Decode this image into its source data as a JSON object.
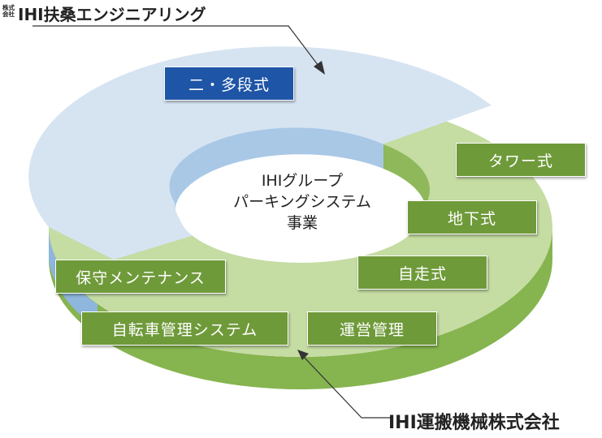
{
  "companies": {
    "top": {
      "prefix": "株式会社",
      "name": "IHI扶桑エンジニアリング"
    },
    "bottom": {
      "name": "IHI運搬機械株式会社"
    }
  },
  "center": {
    "line1": "IHIグループ",
    "line2": "パーキングシステム",
    "line3": "事業"
  },
  "labels": {
    "nidan": "二・多段式",
    "tower": "タワー式",
    "chika": "地下式",
    "jisou": "自走式",
    "hoshu": "保守メンテナンス",
    "jitensha": "自転車管理システム",
    "uneikanri": "運営管理"
  },
  "colors": {
    "blue_top": "#d6e4f2",
    "blue_side": "#8fb6dc",
    "green_top": "#c5dca3",
    "green_side": "#86b44f",
    "label_green": "#6f9a3a",
    "label_blue": "#1f55a6"
  }
}
